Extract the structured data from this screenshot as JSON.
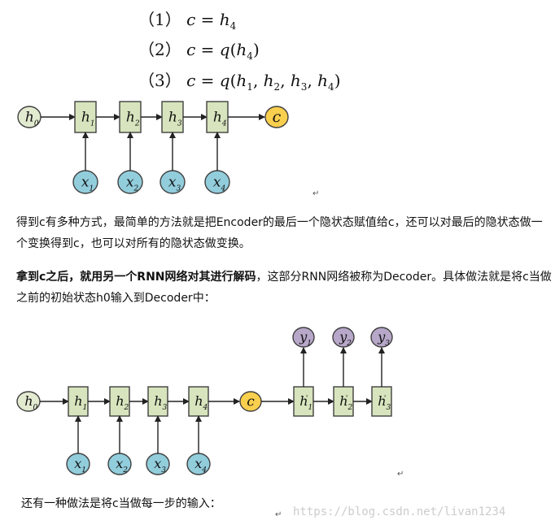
{
  "formulas": [
    {
      "num": "（1）",
      "expr": "c = h4"
    },
    {
      "num": "（2）",
      "expr": "c = q(h4)"
    },
    {
      "num": "（3）",
      "expr": "c = q(h1, h2, h3, h4)"
    }
  ],
  "paragraph1": "得到c有多种方式，最简单的方法就是把Encoder的最后一个隐状态赋值给c，还可以对最后的隐状态做一个变换得到c，也可以对所有的隐状态做变换。",
  "paragraph2": {
    "bold": "拿到c之后，就用另一个RNN网络对其进行解码",
    "rest": "，这部分RNN网络被称为Decoder。具体做法就是将c当做之前的初始状态h0输入到Decoder中："
  },
  "paragraph3": "还有一种做法是将c当做每一步的输入：",
  "return_mark": "↵",
  "watermark": "https://blog.csdn.net/livan1234",
  "diagram1": {
    "h0": {
      "base": "h",
      "sub": "0"
    },
    "hidden": [
      {
        "base": "h",
        "sub": "1"
      },
      {
        "base": "h",
        "sub": "2"
      },
      {
        "base": "h",
        "sub": "3"
      },
      {
        "base": "h",
        "sub": "4"
      }
    ],
    "inputs": [
      {
        "base": "x",
        "sub": "1"
      },
      {
        "base": "x",
        "sub": "2"
      },
      {
        "base": "x",
        "sub": "3"
      },
      {
        "base": "x",
        "sub": "4"
      }
    ],
    "c": "c"
  },
  "diagram2": {
    "h0": {
      "base": "h",
      "sub": "0"
    },
    "hidden": [
      {
        "base": "h",
        "sub": "1"
      },
      {
        "base": "h",
        "sub": "2"
      },
      {
        "base": "h",
        "sub": "3"
      },
      {
        "base": "h",
        "sub": "4"
      }
    ],
    "inputs": [
      {
        "base": "x",
        "sub": "1"
      },
      {
        "base": "x",
        "sub": "2"
      },
      {
        "base": "x",
        "sub": "3"
      },
      {
        "base": "x",
        "sub": "4"
      }
    ],
    "c": "c",
    "decoder": [
      {
        "base": "h",
        "sub": "1"
      },
      {
        "base": "h",
        "sub": "2"
      },
      {
        "base": "h",
        "sub": "3"
      }
    ],
    "outputs": [
      {
        "base": "y",
        "sub": "1"
      },
      {
        "base": "y",
        "sub": "2"
      },
      {
        "base": "y",
        "sub": "3"
      }
    ]
  },
  "colors": {
    "box_fill": "#d7e4bd",
    "box_stroke": "#404040",
    "h0_fill": "#e2ead0",
    "x_fill": "#92cddc",
    "c_fill": "#f9cf4e",
    "y_fill": "#b7a7c8"
  }
}
